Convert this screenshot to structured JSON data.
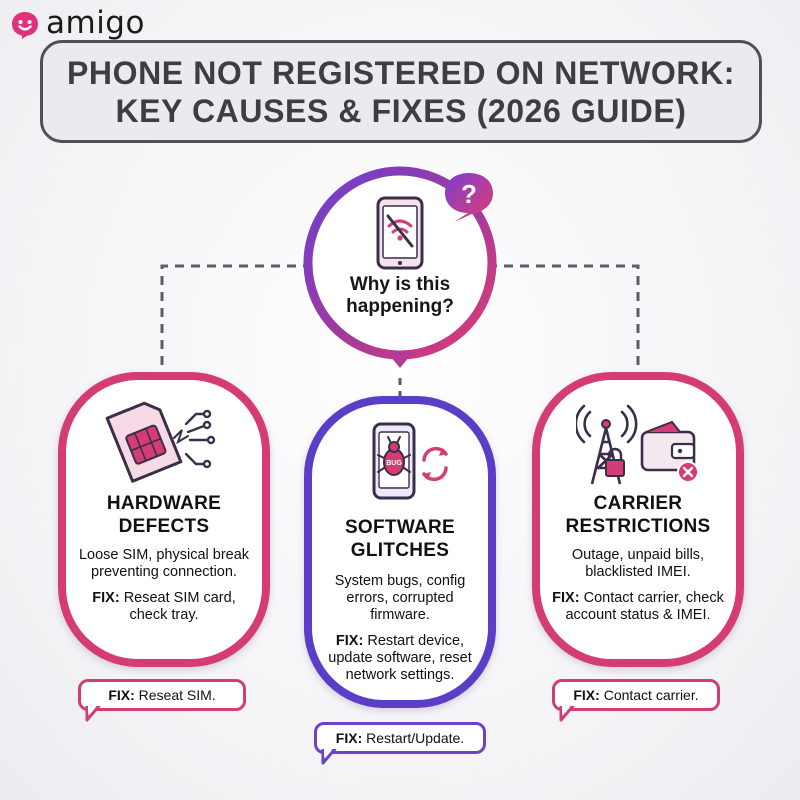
{
  "brand": {
    "name": "amigo"
  },
  "title": {
    "line1": "PHONE NOT REGISTERED ON NETWORK:",
    "line2": "KEY CAUSES & FIXES (2026 GUIDE)"
  },
  "center": {
    "question_line1": "Why is this",
    "question_line2": "happening?",
    "badge_symbol": "?",
    "icon": "phone-no-signal-icon"
  },
  "causes": [
    {
      "icon": "sim-card-icon",
      "title_line1": "HARDWARE",
      "title_line2": "DEFECTS",
      "description": "Loose SIM, physical break preventing connection.",
      "fix_label": "FIX:",
      "fix_text": "Reseat SIM card, check tray.",
      "chip_label": "FIX:",
      "chip_text": "Reseat SIM."
    },
    {
      "icon": "phone-bug-icon",
      "title_line1": "SOFTWARE",
      "title_line2": "GLITCHES",
      "description": "System bugs, config errors, corrupted firmware.",
      "fix_label": "FIX:",
      "fix_text": "Restart device, update software, reset network settings.",
      "chip_label": "FIX:",
      "chip_text": "Restart/Update.",
      "bug_text": "BUG"
    },
    {
      "icon": "cell-tower-wallet-icon",
      "title_line1": "CARRIER",
      "title_line2": "RESTRICTIONS",
      "description": "Outage, unpaid bills, blacklisted IMEI.",
      "fix_label": "FIX:",
      "fix_text": "Contact carrier, check account status & IMEI.",
      "chip_label": "FIX:",
      "chip_text": "Contact carrier."
    }
  ],
  "colors": {
    "pink": "#d63c74",
    "purple": "#5a3ec8",
    "title_text": "#3d3d44"
  }
}
